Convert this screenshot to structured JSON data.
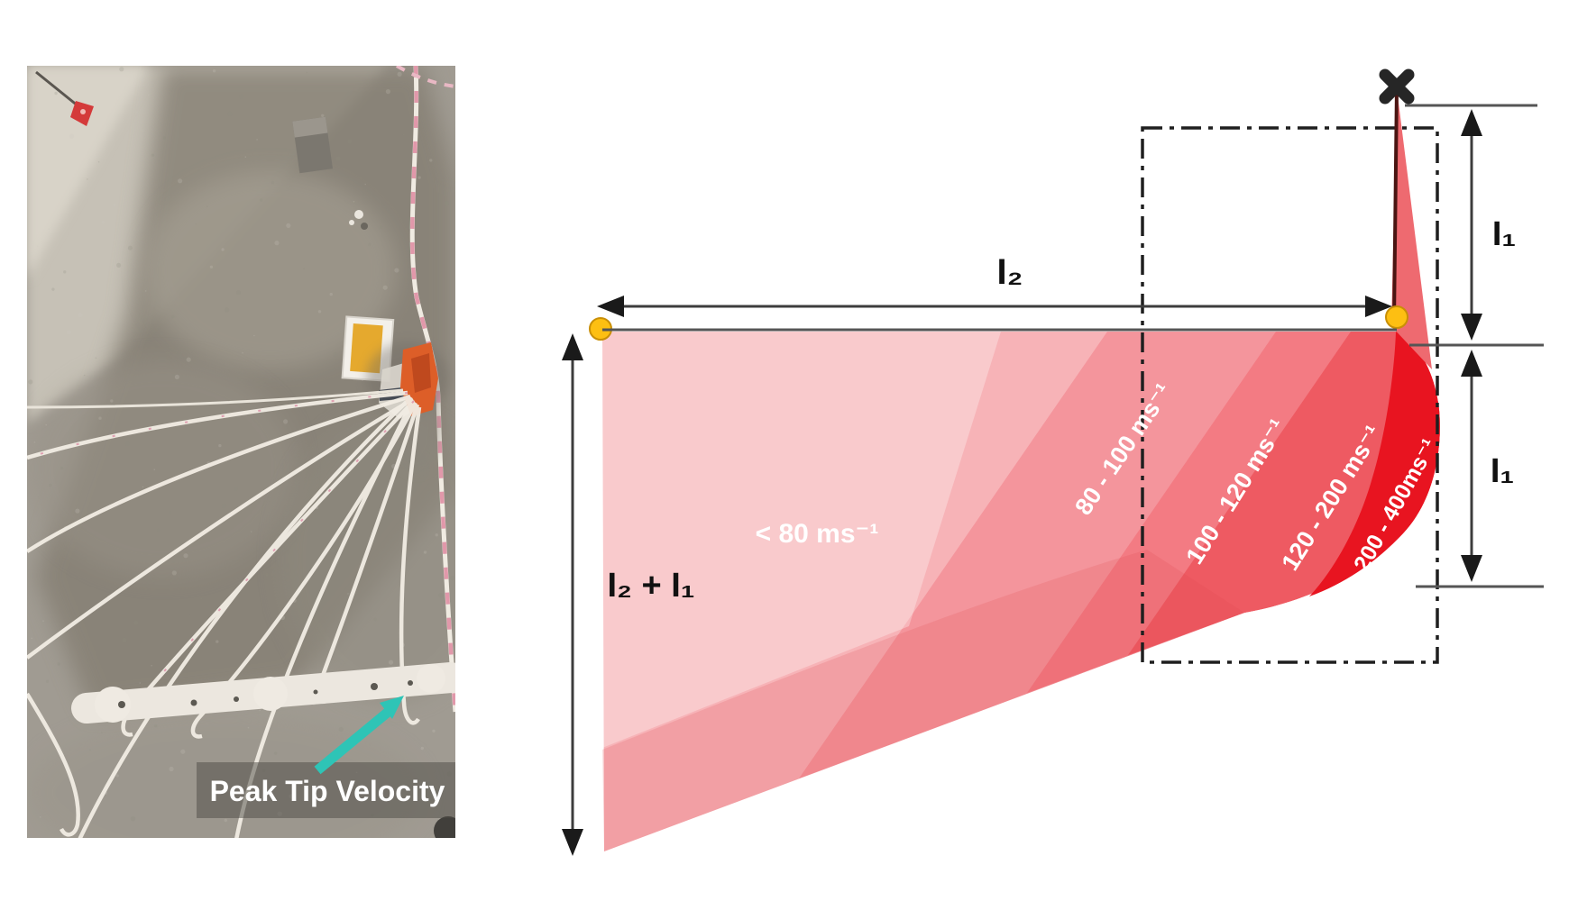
{
  "figure": {
    "photo": {
      "caption": "Peak Tip Velocity",
      "arrow_color": "#2ec4b6"
    },
    "diagram": {
      "zones": [
        {
          "label": "< 80 ms⁻¹",
          "color": "#f7b3b7"
        },
        {
          "label": "80 - 100 ms⁻¹",
          "color": "#f4959c"
        },
        {
          "label": "100 - 120 ms⁻¹",
          "color": "#f37b83"
        },
        {
          "label": "120 - 200 ms⁻¹",
          "color": "#ee5a62"
        },
        {
          "label": "200 - 400ms⁻¹",
          "color": "#e81420"
        }
      ],
      "dimensions": {
        "span_label": "I₂",
        "tip_upper_label": "I₁",
        "tip_lower_label": "I₁",
        "total_label": "I₂ + I₁"
      },
      "marker_color": "#fdbf12"
    }
  }
}
